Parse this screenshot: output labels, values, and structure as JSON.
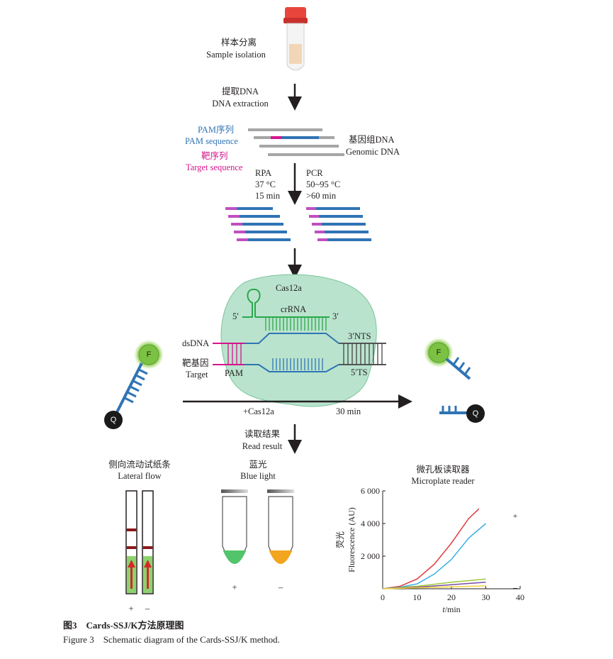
{
  "steps": {
    "sample_zh": "样本分离",
    "sample_en": "Sample isolation",
    "extract_zh": "提取DNA",
    "extract_en": "DNA extraction",
    "pam_zh": "PAM序列",
    "pam_en": "PAM sequence",
    "target_zh": "靶序列",
    "target_en": "Target sequence",
    "genomic_zh": "基因组DNA",
    "genomic_en": "Genomic DNA",
    "rpa": [
      "RPA",
      "37 °C",
      "15 min"
    ],
    "pcr": [
      "PCR",
      "50~95 °C",
      ">60 min"
    ]
  },
  "complex": {
    "cas12a": "Cas12a",
    "crrna": "crRNA",
    "five_prime": "5′",
    "three_prime": "3′",
    "dsdna": "dsDNA",
    "target_zh": "靶基因",
    "target_en": "Target",
    "pam": "PAM",
    "nts": "3′NTS",
    "ts": "5′TS"
  },
  "reaction": {
    "reporter_f": "F",
    "reporter_q": "Q",
    "arrow_label": "+Cas12a",
    "time_label": "30 min"
  },
  "readout": {
    "read_zh": "读取结果",
    "read_en": "Read result",
    "lateral_zh": "侧向流动试纸条",
    "lateral_en": "Lateral flow",
    "blue_zh": "蓝光",
    "blue_en": "Blue light",
    "micro_zh": "微孔板读取器",
    "micro_en": "Microplate reader",
    "plus": "+",
    "minus": "–"
  },
  "chart_data": {
    "type": "line",
    "xlabel_prefix": "t",
    "xlabel_suffix": "/min",
    "ylabel_zh": "荧光",
    "ylabel_en": "Fluorescence (AU)",
    "xlim": [
      0,
      40
    ],
    "ylim": [
      0,
      6000
    ],
    "xticks": [
      "0",
      "10",
      "20",
      "30",
      "40"
    ],
    "yticks": [
      "2 000",
      "4 000",
      "6 000"
    ],
    "plus_label": "+",
    "minus_label": "–",
    "series": [
      {
        "color": "#e0393e",
        "x": [
          0,
          5,
          10,
          15,
          20,
          25,
          28
        ],
        "y": [
          0,
          150,
          600,
          1500,
          2800,
          4300,
          4900
        ]
      },
      {
        "color": "#3ab0e2",
        "x": [
          0,
          5,
          10,
          15,
          20,
          25,
          30
        ],
        "y": [
          0,
          100,
          300,
          900,
          1800,
          3100,
          4000
        ]
      },
      {
        "color": "#9ec93b",
        "x": [
          0,
          10,
          20,
          30
        ],
        "y": [
          0,
          150,
          400,
          600
        ]
      },
      {
        "color": "#7a4fa0",
        "x": [
          0,
          10,
          20,
          30
        ],
        "y": [
          0,
          100,
          250,
          400
        ]
      },
      {
        "color": "#f2d33a",
        "x": [
          0,
          10,
          20,
          30
        ],
        "y": [
          0,
          60,
          120,
          180
        ]
      }
    ]
  },
  "caption": {
    "zh_prefix": "图3",
    "zh_text": "Cards-SSJ/K方法原理图",
    "en_prefix": "Figure 3",
    "en_text": "Schematic diagram of the Cards-SSJ/K method."
  },
  "colors": {
    "blue": "#2f74b5",
    "pink": "#d4148c",
    "green": "#2aa84a",
    "cas_fill": "#b9e3cd",
    "gray": "#a6a6a6"
  }
}
